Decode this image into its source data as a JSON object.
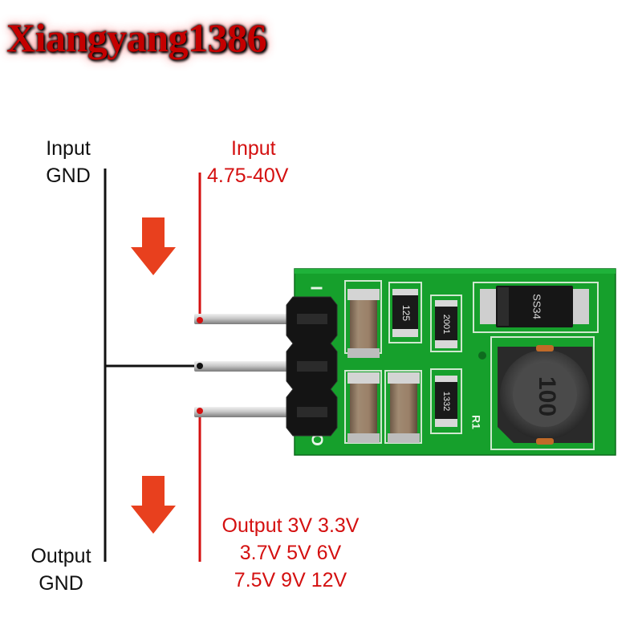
{
  "brand": "Xiangyang1386",
  "labels": {
    "left_top_1": "Input",
    "left_top_2": "GND",
    "right_top_1": "Input",
    "right_top_2": "4.75-40V",
    "left_bottom_1": "Output",
    "left_bottom_2": "GND",
    "output_line_1": "Output 3V 3.3V",
    "output_line_2": "3.7V 5V 6V",
    "output_line_3": "7.5V 9V 12V"
  },
  "pcb": {
    "silk_in": "I",
    "silk_out": "O",
    "r125": "125",
    "r2": "2001",
    "r3": "1332",
    "diode": "SS34",
    "inductor": "100",
    "r1": "R1"
  },
  "colors": {
    "pcb": "#16a02c",
    "accent": "#d41010",
    "arrow": "#e8401e"
  }
}
